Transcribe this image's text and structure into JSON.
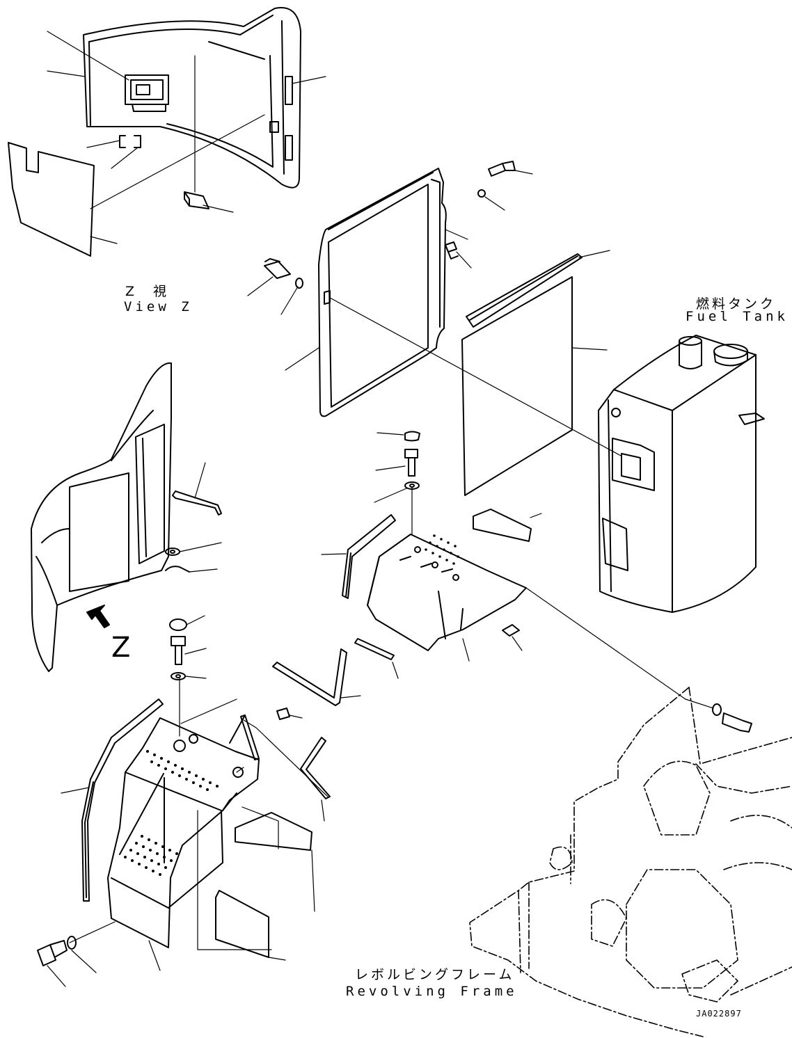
{
  "labels": {
    "view_z_jp": "Z　視",
    "view_z_en": "View Z",
    "fuel_tank_jp": "燃料タンク",
    "fuel_tank_en": "Fuel Tank",
    "arrow_letter": "Z",
    "revolving_frame_jp": "レボルビングフレーム",
    "revolving_frame_en": "Revolving Frame",
    "drawing_code": "JA022897"
  }
}
